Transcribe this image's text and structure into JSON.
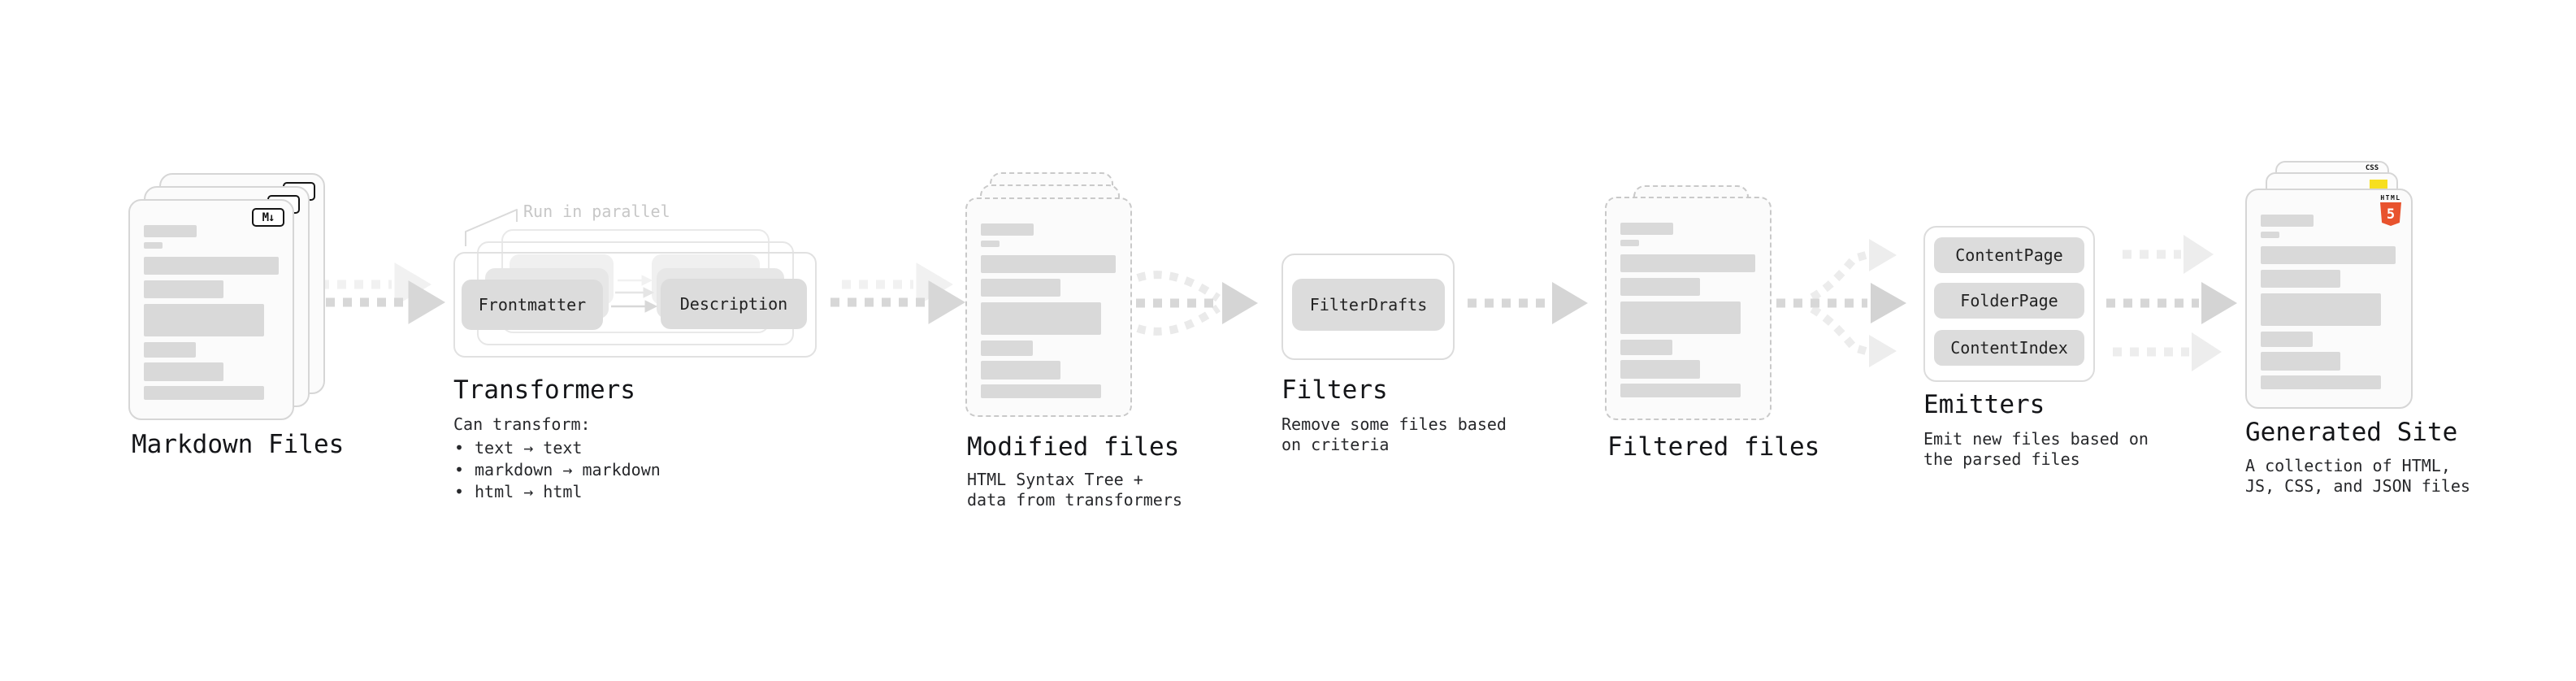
{
  "stages": {
    "markdown_files": {
      "title": "Markdown Files",
      "file_badge": "M↓"
    },
    "transformers": {
      "title": "Transformers",
      "annotation": "Run in parallel",
      "pill_frontmatter": "Frontmatter",
      "pill_description": "Description",
      "desc_heading": "Can transform:",
      "bullet_char": "•",
      "bullets": [
        "text → text",
        "markdown → markdown",
        "html → html"
      ]
    },
    "modified_files": {
      "title": "Modified files",
      "desc_line1": "HTML Syntax Tree +",
      "desc_line2": "data from transformers"
    },
    "filters": {
      "title": "Filters",
      "pill_filterdrafts": "FilterDrafts",
      "desc_line1": "Remove some files based",
      "desc_line2": "on criteria"
    },
    "filtered_files": {
      "title": "Filtered files"
    },
    "emitters": {
      "title": "Emitters",
      "pills": [
        "ContentPage",
        "FolderPage",
        "ContentIndex"
      ],
      "desc_line1": "Emit new files based on",
      "desc_line2": "the parsed files"
    },
    "generated_site": {
      "title": "Generated Site",
      "desc_line1": "A collection of HTML,",
      "desc_line2": "JS, CSS, and JSON files",
      "css_badge": "CSS",
      "html_badge_word": "HTML",
      "html_badge_number": "5"
    }
  },
  "colors": {
    "css_blue": "#2760e4",
    "js_yellow": "#f7df1e",
    "html_orange": "#e8532e",
    "bar_gray": "#d9d9d9",
    "arrow_gray": "#d7d7d7"
  }
}
